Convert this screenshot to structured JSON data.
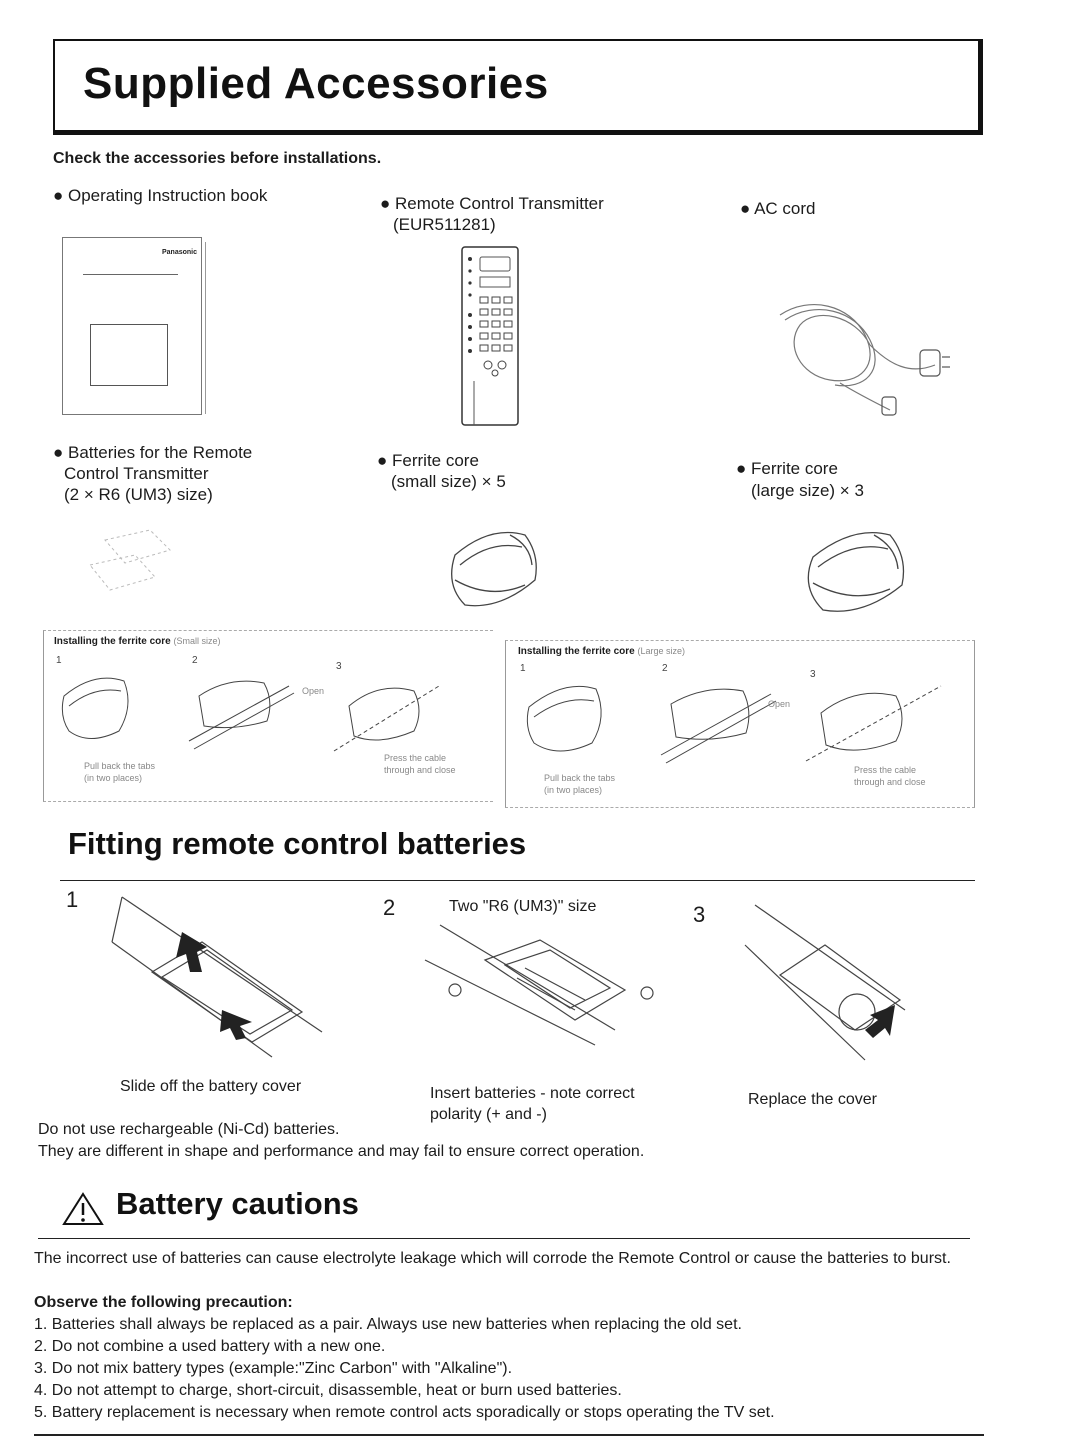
{
  "header": {
    "title": "Supplied Accessories"
  },
  "accessories": {
    "intro": "Check the accessories before installations.",
    "items": [
      {
        "label": "Operating Instruction book",
        "brand": "Panasonic"
      },
      {
        "label": "Remote Control Transmitter",
        "label2": "(EUR511281)"
      },
      {
        "label": "AC cord"
      },
      {
        "label": "Batteries for the Remote",
        "label2": "Control Transmitter",
        "label3": "(2 × R6 (UM3) size)"
      },
      {
        "label": "Ferrite core",
        "label2": "(small size) × 5"
      },
      {
        "label": "Ferrite core",
        "label2": "(large size) × 3"
      }
    ]
  },
  "install_small": {
    "title": "Installing the ferrite core",
    "size": "(Small size)",
    "steps": [
      "1",
      "2",
      "3"
    ],
    "open": "Open",
    "pull": [
      "Pull back the tabs",
      "(in two places)"
    ],
    "press": [
      "Press the cable",
      "through and close"
    ]
  },
  "install_large": {
    "title": "Installing the ferrite core",
    "size": "(Large size)",
    "steps": [
      "1",
      "2",
      "3"
    ],
    "open": "Open",
    "pull": [
      "Pull back the tabs",
      "(in two places)"
    ],
    "press": [
      "Press the cable",
      "through and close"
    ]
  },
  "fitting": {
    "title": "Fitting remote control batteries",
    "steps": [
      {
        "num": "1",
        "caption": "Slide off the battery cover"
      },
      {
        "num": "2",
        "top": "Two \"R6 (UM3)\" size",
        "caption": "Insert batteries - note correct",
        "caption2": "polarity (+ and -)"
      },
      {
        "num": "3",
        "caption": "Replace the cover"
      }
    ],
    "note1": "Do not use rechargeable (Ni-Cd) batteries.",
    "note2": "They are different in shape and performance and may fail to ensure correct operation."
  },
  "cautions": {
    "title": "Battery cautions",
    "intro": "The incorrect use of batteries can cause electrolyte leakage which will corrode the Remote Control or cause the batteries to burst.",
    "observe": "Observe the following precaution:",
    "items": [
      "1. Batteries shall always be replaced as a pair. Always use new batteries when replacing the old set.",
      "2. Do not combine a used battery with a new one.",
      "3. Do not mix battery types (example:\"Zinc Carbon\" with \"Alkaline\").",
      "4. Do not attempt to charge, short-circuit, disassemble, heat or burn used batteries.",
      "5. Battery replacement is necessary when remote control acts sporadically or stops operating the TV set."
    ]
  }
}
